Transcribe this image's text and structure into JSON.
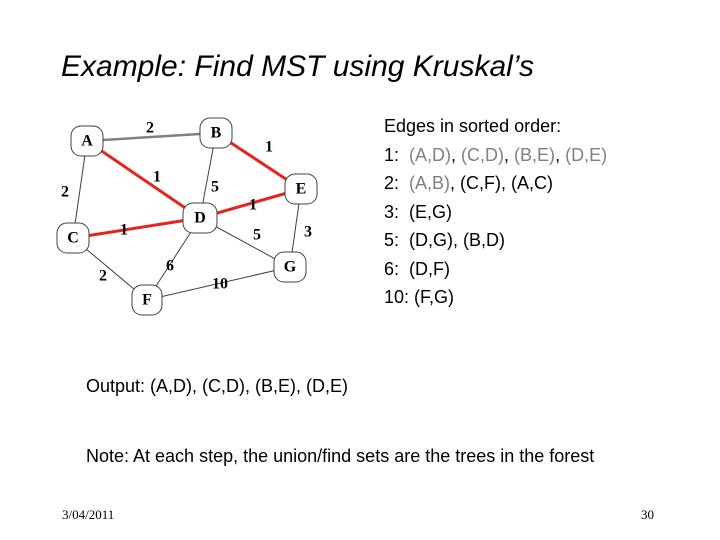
{
  "title": "Example: Find MST using Kruskal’s",
  "graph": {
    "nodes": [
      {
        "id": "A",
        "label": "A"
      },
      {
        "id": "B",
        "label": "B"
      },
      {
        "id": "C",
        "label": "C"
      },
      {
        "id": "D",
        "label": "D"
      },
      {
        "id": "E",
        "label": "E"
      },
      {
        "id": "F",
        "label": "F"
      },
      {
        "id": "G",
        "label": "G"
      }
    ],
    "edges": [
      {
        "from": "A",
        "to": "B",
        "weight": "2",
        "state": "gray"
      },
      {
        "from": "A",
        "to": "D",
        "weight": "1",
        "state": "mst"
      },
      {
        "from": "A",
        "to": "C",
        "weight": "2",
        "state": "normal"
      },
      {
        "from": "B",
        "to": "E",
        "weight": "1",
        "state": "mst"
      },
      {
        "from": "B",
        "to": "D",
        "weight": "5",
        "state": "normal"
      },
      {
        "from": "C",
        "to": "D",
        "weight": "1",
        "state": "mst"
      },
      {
        "from": "C",
        "to": "F",
        "weight": "2",
        "state": "normal"
      },
      {
        "from": "D",
        "to": "E",
        "weight": "1",
        "state": "mst"
      },
      {
        "from": "D",
        "to": "G",
        "weight": "5",
        "state": "normal"
      },
      {
        "from": "D",
        "to": "F",
        "weight": "6",
        "state": "normal"
      },
      {
        "from": "E",
        "to": "G",
        "weight": "3",
        "state": "normal"
      },
      {
        "from": "F",
        "to": "G",
        "weight": "10",
        "state": "normal"
      }
    ],
    "colors": {
      "mst": "#e8231e",
      "gray": "#808080",
      "normal": "#404040"
    }
  },
  "sorted_edges": {
    "heading": "Edges in sorted order:",
    "lines": [
      {
        "prefix": "1:  ",
        "items": [
          {
            "text": "(A,D)",
            "gray": true
          },
          {
            "text": ", ",
            "gray": false
          },
          {
            "text": "(C,D)",
            "gray": true
          },
          {
            "text": ", ",
            "gray": false
          },
          {
            "text": "(B,E)",
            "gray": true
          },
          {
            "text": ", ",
            "gray": false
          },
          {
            "text": "(D,E)",
            "gray": true
          }
        ]
      },
      {
        "prefix": "2:  ",
        "items": [
          {
            "text": "(A,B)",
            "gray": true
          },
          {
            "text": ", (C,F), (A,C)",
            "gray": false
          }
        ]
      },
      {
        "prefix": "3:  ",
        "items": [
          {
            "text": "(E,G)",
            "gray": false
          }
        ]
      },
      {
        "prefix": "5:  ",
        "items": [
          {
            "text": "(D,G), (B,D)",
            "gray": false
          }
        ]
      },
      {
        "prefix": "6:  ",
        "items": [
          {
            "text": "(D,F)",
            "gray": false
          }
        ]
      },
      {
        "prefix": "10: ",
        "items": [
          {
            "text": "(F,G)",
            "gray": false
          }
        ]
      }
    ]
  },
  "output_text": "Output: (A,D), (C,D), (B,E), (D,E)",
  "note_text": "Note: At each step, the union/find sets are the trees in the forest",
  "footer": {
    "date": "3/04/2011",
    "page": "30"
  }
}
